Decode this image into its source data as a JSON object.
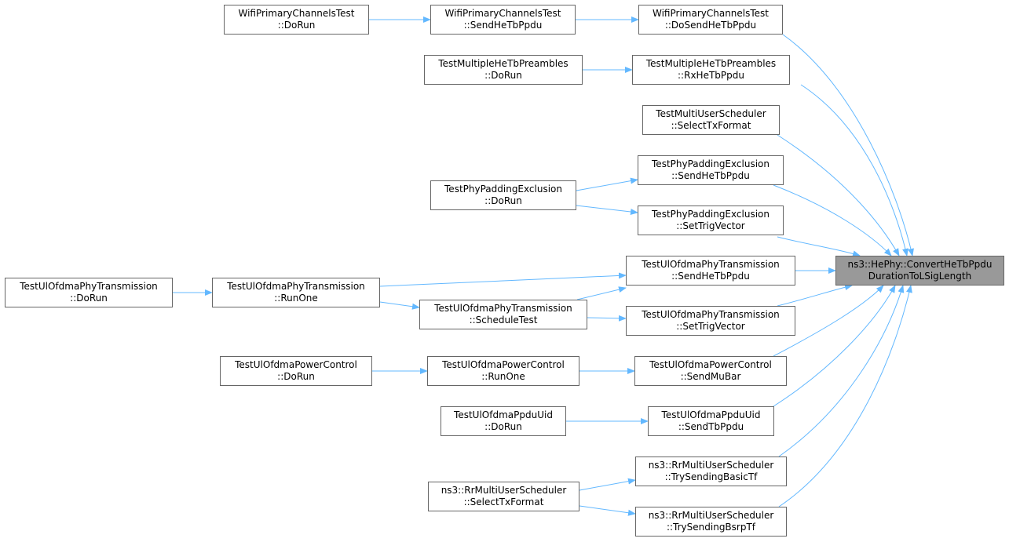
{
  "diagram": {
    "edge_color": "#63b8ff",
    "focus_fill": "#999999",
    "node_border": "#666666",
    "nodes": {
      "wpct_dorun": {
        "l1": "WifiPrimaryChannelsTest",
        "l2": "::DoRun"
      },
      "wpct_sendhetbppdu": {
        "l1": "WifiPrimaryChannelsTest",
        "l2": "::SendHeTbPpdu"
      },
      "wpct_dosendhetbppdu": {
        "l1": "WifiPrimaryChannelsTest",
        "l2": "::DoSendHeTbPpdu"
      },
      "tmhp_dorun": {
        "l1": "TestMultipleHeTbPreambles",
        "l2": "::DoRun"
      },
      "tmhp_rxhetbppdu": {
        "l1": "TestMultipleHeTbPreambles",
        "l2": "::RxHeTbPpdu"
      },
      "tmus_selecttxformat": {
        "l1": "TestMultiUserScheduler",
        "l2": "::SelectTxFormat"
      },
      "tppe_sendhetbppdu": {
        "l1": "TestPhyPaddingExclusion",
        "l2": "::SendHeTbPpdu"
      },
      "tppe_dorun": {
        "l1": "TestPhyPaddingExclusion",
        "l2": "::DoRun"
      },
      "tppe_settrigvector": {
        "l1": "TestPhyPaddingExclusion",
        "l2": "::SetTrigVector"
      },
      "focus": {
        "l1": "ns3::HePhy::ConvertHeTbPpdu",
        "l2": "DurationToLSigLength"
      },
      "tuopt_dorun": {
        "l1": "TestUlOfdmaPhyTransmission",
        "l2": "::DoRun"
      },
      "tuopt_runone": {
        "l1": "TestUlOfdmaPhyTransmission",
        "l2": "::RunOne"
      },
      "tuopt_sendhetbppdu": {
        "l1": "TestUlOfdmaPhyTransmission",
        "l2": "::SendHeTbPpdu"
      },
      "tuopt_scheduletest": {
        "l1": "TestUlOfdmaPhyTransmission",
        "l2": "::ScheduleTest"
      },
      "tuopt_settrigvector": {
        "l1": "TestUlOfdmaPhyTransmission",
        "l2": "::SetTrigVector"
      },
      "tuopc_dorun": {
        "l1": "TestUlOfdmaPowerControl",
        "l2": "::DoRun"
      },
      "tuopc_runone": {
        "l1": "TestUlOfdmaPowerControl",
        "l2": "::RunOne"
      },
      "tuopc_sendmubar": {
        "l1": "TestUlOfdmaPowerControl",
        "l2": "::SendMuBar"
      },
      "tuopu_dorun": {
        "l1": "TestUlOfdmaPpduUid",
        "l2": "::DoRun"
      },
      "tuopu_sendtbppdu": {
        "l1": "TestUlOfdmaPpduUid",
        "l2": "::SendTbPpdu"
      },
      "rmus_trysendingbasictf": {
        "l1": "ns3::RrMultiUserScheduler",
        "l2": "::TrySendingBasicTf"
      },
      "rmus_selecttxformat": {
        "l1": "ns3::RrMultiUserScheduler",
        "l2": "::SelectTxFormat"
      },
      "rmus_trysendingbsrptf": {
        "l1": "ns3::RrMultiUserScheduler",
        "l2": "::TrySendingBsrpTf"
      }
    }
  }
}
